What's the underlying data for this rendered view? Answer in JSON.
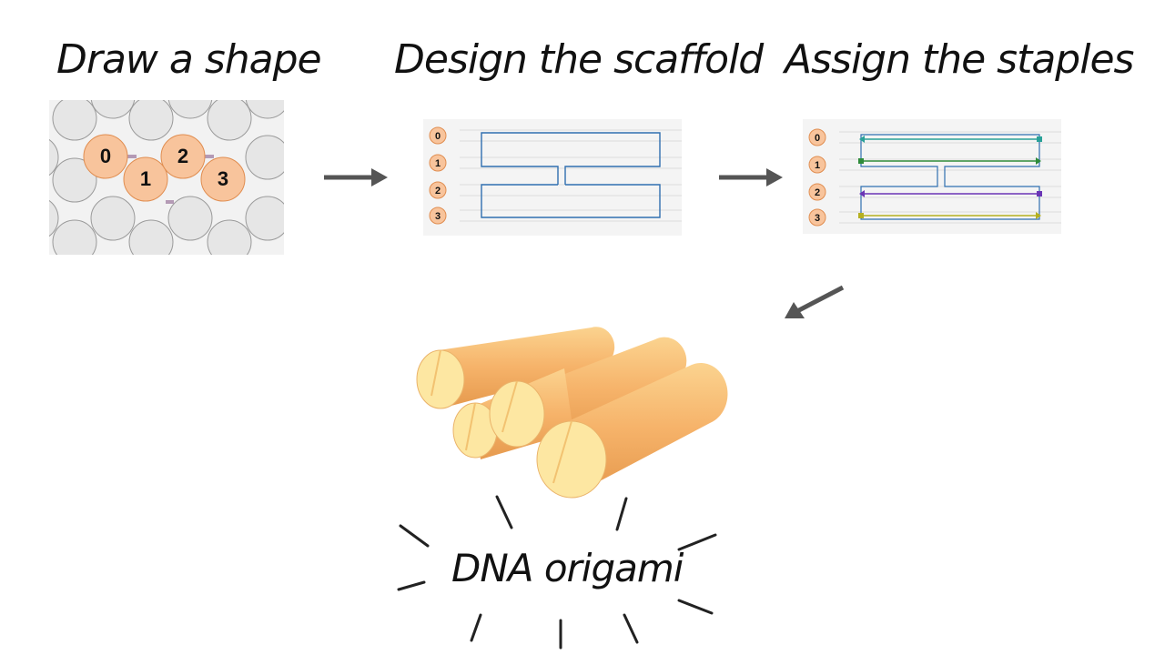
{
  "steps": [
    {
      "title": "Draw a shape"
    },
    {
      "title": "Design the scaffold"
    },
    {
      "title": "Assign the staples"
    }
  ],
  "helices": [
    "0",
    "1",
    "2",
    "3"
  ],
  "result": {
    "label": "DNA origami"
  },
  "colors": {
    "helix_fill": "#f8c49c",
    "helix_stroke": "#e08d50",
    "crossover": "#b49ab5",
    "scaffold": "#2f6fb0",
    "staple_0": "#2aa198",
    "staple_1": "#2e8b3a",
    "staple_2": "#6a35b5",
    "staple_3": "#b5b020",
    "arrow": "#555555",
    "cylinder_body": "#f6b76c",
    "cylinder_end": "#fde7a2"
  }
}
